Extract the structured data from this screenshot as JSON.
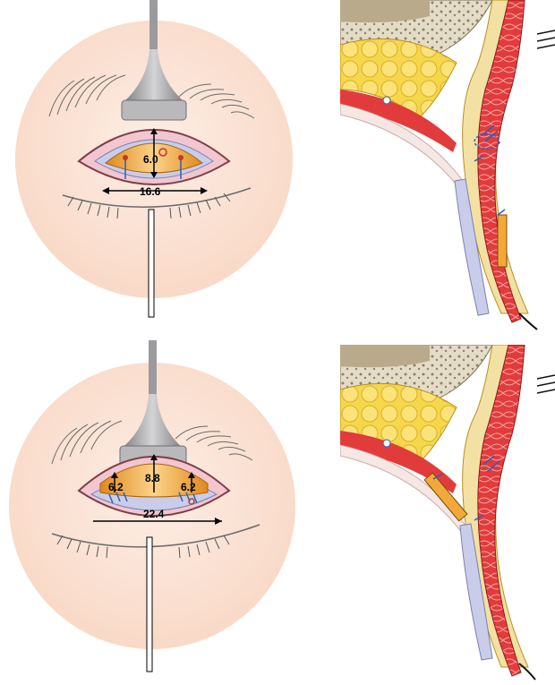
{
  "figure": {
    "top_eye": {
      "height_label": "6.0",
      "width_label": "16.6"
    },
    "bottom_eye": {
      "left_height_label": "6.2",
      "center_height_label": "8.8",
      "right_height_label": "6.2",
      "width_label": "22.4"
    }
  },
  "colors": {
    "skin": "#fbe1d3",
    "lid_pink": "#f2c6cf",
    "lid_rim": "#9a5b63",
    "tarsus_gold": "#f2a93a",
    "conjunctiva_blue": "#c9cde9",
    "retractor_gray": "#a9a9ab",
    "fat_yellow": "#f6d64a",
    "muscle_red": "#e23b3b",
    "skin_band": "#f3e1a3",
    "bone_gray": "#d8cfb8",
    "suture_blue": "#2f5fb5"
  },
  "icons": [
    "retractor-icon",
    "suture-icon",
    "eyelash-icon"
  ]
}
